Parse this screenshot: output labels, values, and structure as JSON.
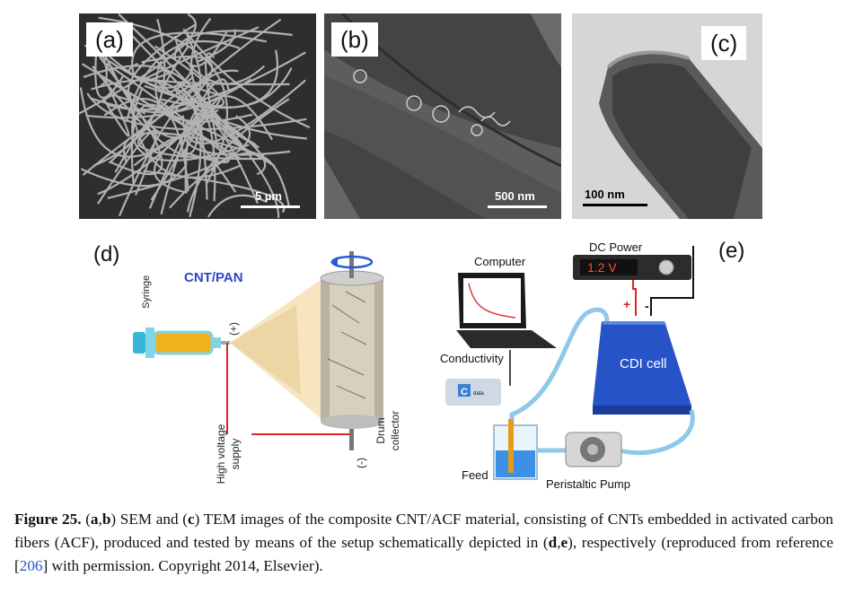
{
  "panels": {
    "a": {
      "label": "(a)",
      "scale": "5 µm"
    },
    "b": {
      "label": "(b)",
      "scale": "500 nm"
    },
    "c": {
      "label": "(c)",
      "scale": "100 nm"
    },
    "d": {
      "label": "(d)",
      "syringe": "Syringe",
      "material": "CNT/PAN",
      "plus": "(+)",
      "minus": "(-)",
      "hv_line1": "High voltage",
      "hv_line2": "supply",
      "drum_line1": "Drum",
      "drum_line2": "collector"
    },
    "e": {
      "label": "(e)",
      "dc_power": "DC Power",
      "display": "1.2 V",
      "computer": "Computer",
      "conductivity": "Conductivity",
      "cell": "CDI cell",
      "feed": "Feed",
      "pump": "Peristaltic Pump",
      "plus": "+",
      "minus": "-",
      "meter_label": "C",
      "meter_sub": "data"
    }
  },
  "caption": {
    "figure": "Figure 25.",
    "p1": "(",
    "ab": "a",
    "comma1": ",",
    "b": "b",
    "p2": ") SEM and (",
    "c": "c",
    "p3": ") TEM images of the composite CNT/ACF material, consisting of CNTs embedded in activated carbon fibers (ACF), produced and tested by means of the setup schematically depicted in (",
    "d": "d",
    "comma2": ",",
    "e": "e",
    "p4": "), respectively (reproduced from reference [",
    "ref": "206",
    "p5": "] with permission. Copyright 2014, Elsevier)."
  }
}
